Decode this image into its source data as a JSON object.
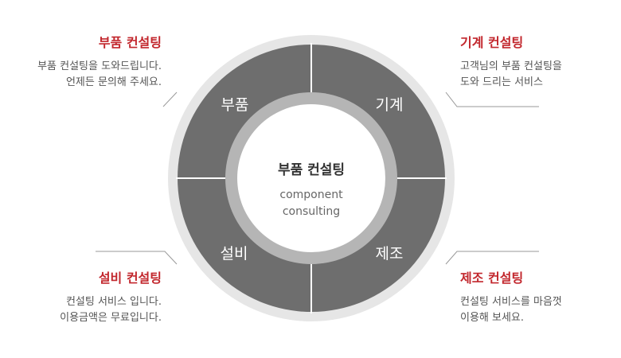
{
  "diagram": {
    "center": {
      "title": "부품 컨설팅",
      "subtitle_line1": "component",
      "subtitle_line2": "consulting"
    },
    "segments": [
      {
        "label": "부품"
      },
      {
        "label": "기계"
      },
      {
        "label": "설비"
      },
      {
        "label": "제조"
      }
    ],
    "callouts": {
      "top_left": {
        "title": "부품 컨설팅",
        "line1": "부품 컨설팅을 도와드립니다.",
        "line2": "언제든 문의해 주세요."
      },
      "top_right": {
        "title": "기계 컨설팅",
        "line1": "고객님의 부품 컨설팅을",
        "line2": "도와 드리는 서비스"
      },
      "bottom_left": {
        "title": "설비 컨설팅",
        "line1": "컨설팅 서비스 입니다.",
        "line2": "이용금액은 무료입니다."
      },
      "bottom_right": {
        "title": "제조 컨설팅",
        "line1": "컨설팅 서비스를 마음껏",
        "line2": "이용해 보세요."
      }
    },
    "colors": {
      "accent": "#c2272d",
      "segment_fill": "#6e6e6e",
      "outer_ring": "#e6e6e6",
      "inner_ring": "#b5b5b5",
      "connector": "#999999"
    }
  }
}
